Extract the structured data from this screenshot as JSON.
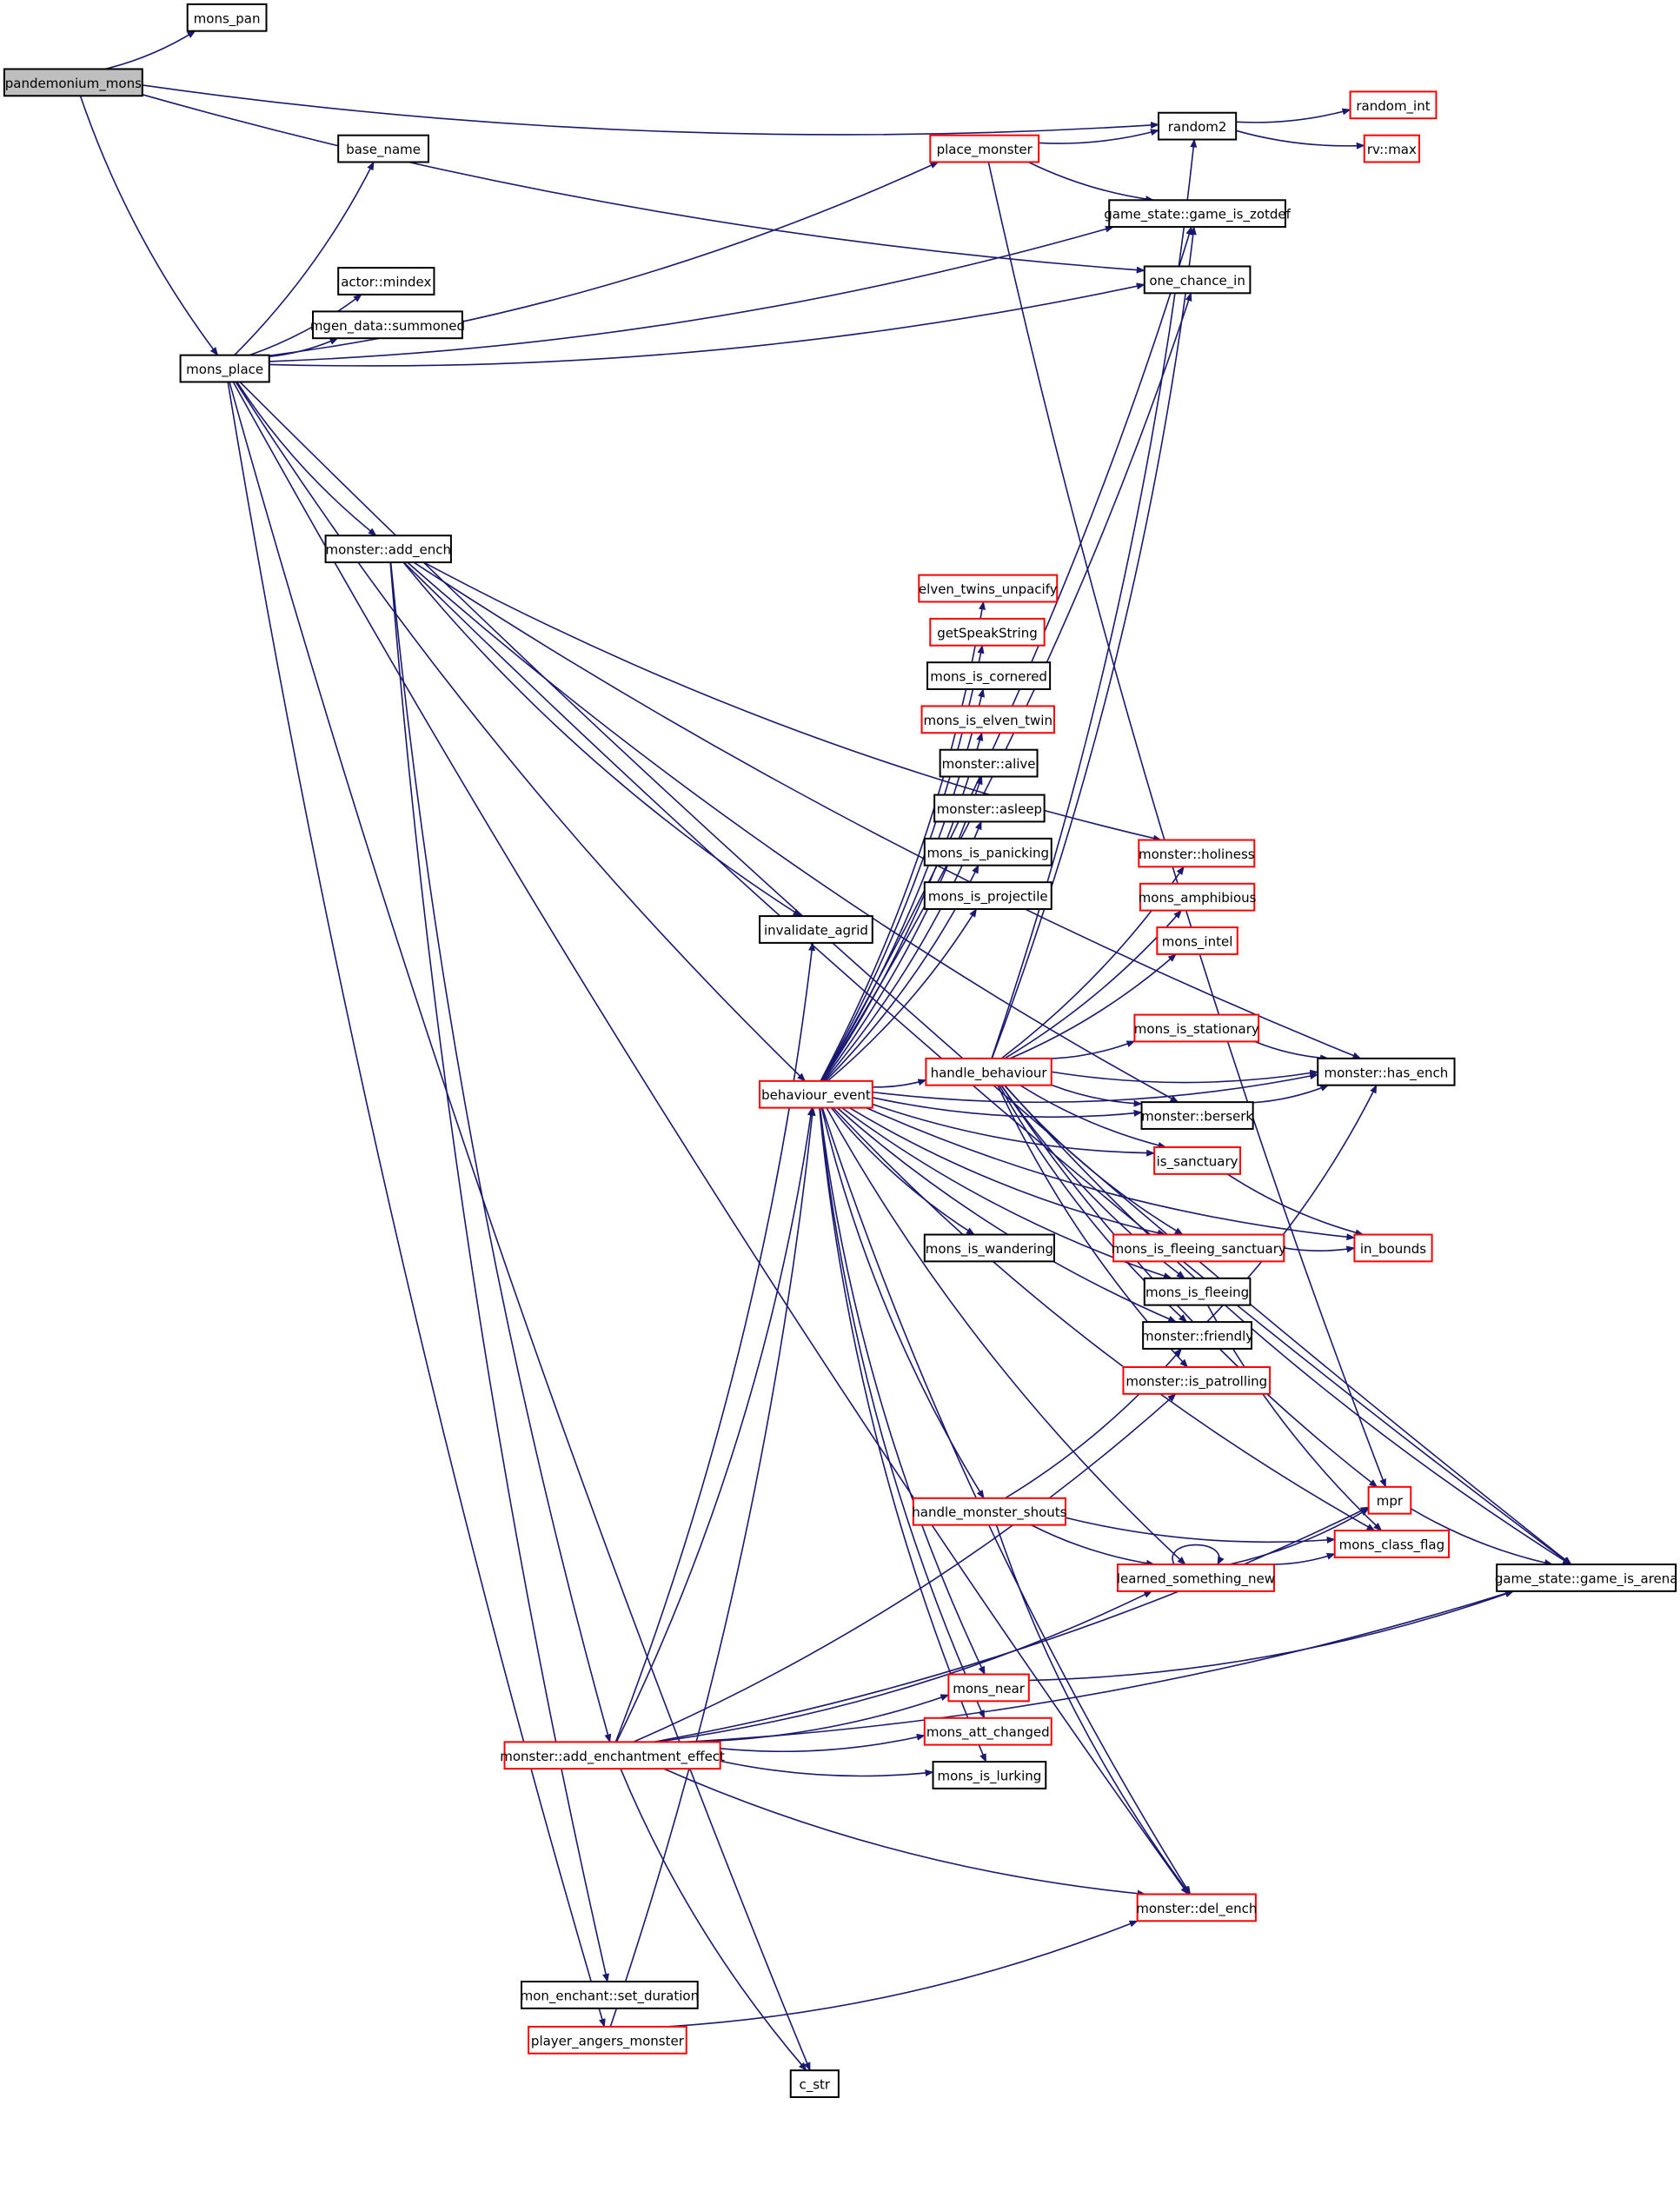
{
  "colors": {
    "edge": "#191970",
    "root_fill": "#bfbfbf",
    "root_border": "#000000",
    "expandable_border": "#ff0000",
    "leaf_border": "#000000",
    "node_fill": "#ffffff"
  },
  "nodes": [
    {
      "id": "pandemonium_mons",
      "label": "pandemonium_mons",
      "kind": "root"
    },
    {
      "id": "mons_pan",
      "label": "mons_pan",
      "kind": "leaf"
    },
    {
      "id": "random2",
      "label": "random2",
      "kind": "leaf"
    },
    {
      "id": "random_int",
      "label": "random_int",
      "kind": "expandable"
    },
    {
      "id": "rv_max",
      "label": "rv::max",
      "kind": "expandable"
    },
    {
      "id": "one_chance_in",
      "label": "one_chance_in",
      "kind": "leaf"
    },
    {
      "id": "mons_place",
      "label": "mons_place",
      "kind": "leaf"
    },
    {
      "id": "base_name",
      "label": "base_name",
      "kind": "leaf"
    },
    {
      "id": "place_monster",
      "label": "place_monster",
      "kind": "expandable"
    },
    {
      "id": "game_is_zotdef",
      "label": "game_state::game_is_zotdef",
      "kind": "leaf"
    },
    {
      "id": "actor_mindex",
      "label": "actor::mindex",
      "kind": "leaf"
    },
    {
      "id": "mgen_summoned",
      "label": "mgen_data::summoned",
      "kind": "leaf"
    },
    {
      "id": "add_ench",
      "label": "monster::add_ench",
      "kind": "leaf"
    },
    {
      "id": "elven_twins_unpacify",
      "label": "elven_twins_unpacify",
      "kind": "expandable"
    },
    {
      "id": "getSpeakString",
      "label": "getSpeakString",
      "kind": "expandable"
    },
    {
      "id": "mons_is_cornered",
      "label": "mons_is_cornered",
      "kind": "leaf"
    },
    {
      "id": "mons_is_elven_twin",
      "label": "mons_is_elven_twin",
      "kind": "expandable"
    },
    {
      "id": "monster_alive",
      "label": "monster::alive",
      "kind": "leaf"
    },
    {
      "id": "monster_asleep",
      "label": "monster::asleep",
      "kind": "leaf"
    },
    {
      "id": "mons_is_panicking",
      "label": "mons_is_panicking",
      "kind": "leaf"
    },
    {
      "id": "mons_is_projectile",
      "label": "mons_is_projectile",
      "kind": "leaf"
    },
    {
      "id": "monster_holiness",
      "label": "monster::holiness",
      "kind": "expandable"
    },
    {
      "id": "mons_amphibious",
      "label": "mons_amphibious",
      "kind": "expandable"
    },
    {
      "id": "mons_intel",
      "label": "mons_intel",
      "kind": "expandable"
    },
    {
      "id": "invalidate_agrid",
      "label": "invalidate_agrid",
      "kind": "leaf"
    },
    {
      "id": "mons_is_stationary",
      "label": "mons_is_stationary",
      "kind": "expandable"
    },
    {
      "id": "has_ench",
      "label": "monster::has_ench",
      "kind": "leaf"
    },
    {
      "id": "handle_behaviour",
      "label": "handle_behaviour",
      "kind": "expandable"
    },
    {
      "id": "behaviour_event",
      "label": "behaviour_event",
      "kind": "expandable"
    },
    {
      "id": "monster_berserk",
      "label": "monster::berserk",
      "kind": "leaf"
    },
    {
      "id": "is_sanctuary",
      "label": "is_sanctuary",
      "kind": "expandable"
    },
    {
      "id": "mons_is_wandering",
      "label": "mons_is_wandering",
      "kind": "leaf"
    },
    {
      "id": "mons_is_fleeing_sanctuary",
      "label": "mons_is_fleeing_sanctuary",
      "kind": "expandable"
    },
    {
      "id": "in_bounds",
      "label": "in_bounds",
      "kind": "expandable"
    },
    {
      "id": "mons_is_fleeing",
      "label": "mons_is_fleeing",
      "kind": "leaf"
    },
    {
      "id": "monster_friendly",
      "label": "monster::friendly",
      "kind": "leaf"
    },
    {
      "id": "monster_is_patrolling",
      "label": "monster::is_patrolling",
      "kind": "expandable"
    },
    {
      "id": "handle_monster_shouts",
      "label": "handle_monster_shouts",
      "kind": "expandable"
    },
    {
      "id": "mpr",
      "label": "mpr",
      "kind": "expandable"
    },
    {
      "id": "mons_class_flag",
      "label": "mons_class_flag",
      "kind": "expandable"
    },
    {
      "id": "learned_something_new",
      "label": "learned_something_new",
      "kind": "expandable"
    },
    {
      "id": "game_is_arena",
      "label": "game_state::game_is_arena",
      "kind": "leaf"
    },
    {
      "id": "mons_near",
      "label": "mons_near",
      "kind": "expandable"
    },
    {
      "id": "add_enchantment_effect",
      "label": "monster::add_enchantment_effect",
      "kind": "expandable"
    },
    {
      "id": "mons_att_changed",
      "label": "mons_att_changed",
      "kind": "expandable"
    },
    {
      "id": "mons_is_lurking",
      "label": "mons_is_lurking",
      "kind": "leaf"
    },
    {
      "id": "del_ench",
      "label": "monster::del_ench",
      "kind": "expandable"
    },
    {
      "id": "set_duration",
      "label": "mon_enchant::set_duration",
      "kind": "leaf"
    },
    {
      "id": "player_angers_monster",
      "label": "player_angers_monster",
      "kind": "expandable"
    },
    {
      "id": "c_str",
      "label": "c_str",
      "kind": "leaf"
    }
  ],
  "edges": [
    [
      "pandemonium_mons",
      "mons_pan"
    ],
    [
      "pandemonium_mons",
      "random2"
    ],
    [
      "pandemonium_mons",
      "one_chance_in"
    ],
    [
      "pandemonium_mons",
      "mons_place"
    ],
    [
      "random2",
      "random_int"
    ],
    [
      "random2",
      "rv_max"
    ],
    [
      "place_monster",
      "random2"
    ],
    [
      "place_monster",
      "game_is_zotdef"
    ],
    [
      "place_monster",
      "mpr"
    ],
    [
      "mons_place",
      "base_name"
    ],
    [
      "mons_place",
      "place_monster"
    ],
    [
      "mons_place",
      "game_is_zotdef"
    ],
    [
      "mons_place",
      "actor_mindex"
    ],
    [
      "mons_place",
      "mgen_summoned"
    ],
    [
      "mons_place",
      "one_chance_in"
    ],
    [
      "mons_place",
      "add_ench"
    ],
    [
      "mons_place",
      "behaviour_event"
    ],
    [
      "mons_place",
      "del_ench"
    ],
    [
      "mons_place",
      "player_angers_monster"
    ],
    [
      "mons_place",
      "c_str"
    ],
    [
      "mons_place",
      "game_is_arena"
    ],
    [
      "add_ench",
      "has_ench"
    ],
    [
      "add_ench",
      "monster_holiness"
    ],
    [
      "add_ench",
      "invalidate_agrid"
    ],
    [
      "add_ench",
      "add_enchantment_effect"
    ],
    [
      "add_ench",
      "set_duration"
    ],
    [
      "add_ench",
      "game_is_arena"
    ],
    [
      "add_ench",
      "monster_berserk"
    ],
    [
      "behaviour_event",
      "elven_twins_unpacify"
    ],
    [
      "behaviour_event",
      "getSpeakString"
    ],
    [
      "behaviour_event",
      "mons_is_cornered"
    ],
    [
      "behaviour_event",
      "mons_is_elven_twin"
    ],
    [
      "behaviour_event",
      "monster_alive"
    ],
    [
      "behaviour_event",
      "monster_asleep"
    ],
    [
      "behaviour_event",
      "mons_is_panicking"
    ],
    [
      "behaviour_event",
      "mons_is_projectile"
    ],
    [
      "behaviour_event",
      "handle_behaviour"
    ],
    [
      "behaviour_event",
      "has_ench"
    ],
    [
      "behaviour_event",
      "monster_berserk"
    ],
    [
      "behaviour_event",
      "mons_is_wandering"
    ],
    [
      "behaviour_event",
      "is_sanctuary"
    ],
    [
      "behaviour_event",
      "mons_is_fleeing_sanctuary"
    ],
    [
      "behaviour_event",
      "mons_is_fleeing"
    ],
    [
      "behaviour_event",
      "monster_friendly"
    ],
    [
      "behaviour_event",
      "in_bounds"
    ],
    [
      "behaviour_event",
      "handle_monster_shouts"
    ],
    [
      "behaviour_event",
      "mons_class_flag"
    ],
    [
      "behaviour_event",
      "learned_something_new"
    ],
    [
      "behaviour_event",
      "mons_near"
    ],
    [
      "behaviour_event",
      "mons_att_changed"
    ],
    [
      "behaviour_event",
      "mons_is_lurking"
    ],
    [
      "behaviour_event",
      "del_ench"
    ],
    [
      "behaviour_event",
      "game_is_zotdef"
    ],
    [
      "behaviour_event",
      "one_chance_in"
    ],
    [
      "handle_behaviour",
      "random2"
    ],
    [
      "handle_behaviour",
      "game_is_zotdef"
    ],
    [
      "handle_behaviour",
      "monster_holiness"
    ],
    [
      "handle_behaviour",
      "mons_amphibious"
    ],
    [
      "handle_behaviour",
      "mons_intel"
    ],
    [
      "handle_behaviour",
      "mons_is_stationary"
    ],
    [
      "handle_behaviour",
      "has_ench"
    ],
    [
      "handle_behaviour",
      "monster_berserk"
    ],
    [
      "handle_behaviour",
      "is_sanctuary"
    ],
    [
      "handle_behaviour",
      "mons_is_fleeing_sanctuary"
    ],
    [
      "handle_behaviour",
      "mons_is_fleeing"
    ],
    [
      "handle_behaviour",
      "monster_friendly"
    ],
    [
      "handle_behaviour",
      "monster_is_patrolling"
    ],
    [
      "handle_behaviour",
      "mpr"
    ],
    [
      "handle_behaviour",
      "game_is_arena"
    ],
    [
      "mons_is_stationary",
      "has_ench"
    ],
    [
      "monster_berserk",
      "has_ench"
    ],
    [
      "is_sanctuary",
      "in_bounds"
    ],
    [
      "mons_is_fleeing_sanctuary",
      "in_bounds"
    ],
    [
      "mons_is_fleeing",
      "mons_class_flag"
    ],
    [
      "monster_friendly",
      "has_ench"
    ],
    [
      "handle_monster_shouts",
      "monster_friendly"
    ],
    [
      "handle_monster_shouts",
      "learned_something_new"
    ],
    [
      "handle_monster_shouts",
      "del_ench"
    ],
    [
      "handle_monster_shouts",
      "mons_class_flag"
    ],
    [
      "learned_something_new",
      "learned_something_new"
    ],
    [
      "learned_something_new",
      "mpr"
    ],
    [
      "learned_something_new",
      "mons_class_flag"
    ],
    [
      "mpr",
      "game_is_arena"
    ],
    [
      "mons_near",
      "game_is_arena"
    ],
    [
      "add_enchantment_effect",
      "invalidate_agrid"
    ],
    [
      "add_enchantment_effect",
      "behaviour_event"
    ],
    [
      "add_enchantment_effect",
      "monster_is_patrolling"
    ],
    [
      "add_enchantment_effect",
      "learned_something_new"
    ],
    [
      "add_enchantment_effect",
      "mons_near"
    ],
    [
      "add_enchantment_effect",
      "mons_att_changed"
    ],
    [
      "add_enchantment_effect",
      "mons_is_lurking"
    ],
    [
      "add_enchantment_effect",
      "del_ench"
    ],
    [
      "add_enchantment_effect",
      "c_str"
    ],
    [
      "add_enchantment_effect",
      "game_is_arena"
    ],
    [
      "add_enchantment_effect",
      "mpr"
    ],
    [
      "player_angers_monster",
      "behaviour_event"
    ],
    [
      "player_angers_monster",
      "del_ench"
    ]
  ]
}
